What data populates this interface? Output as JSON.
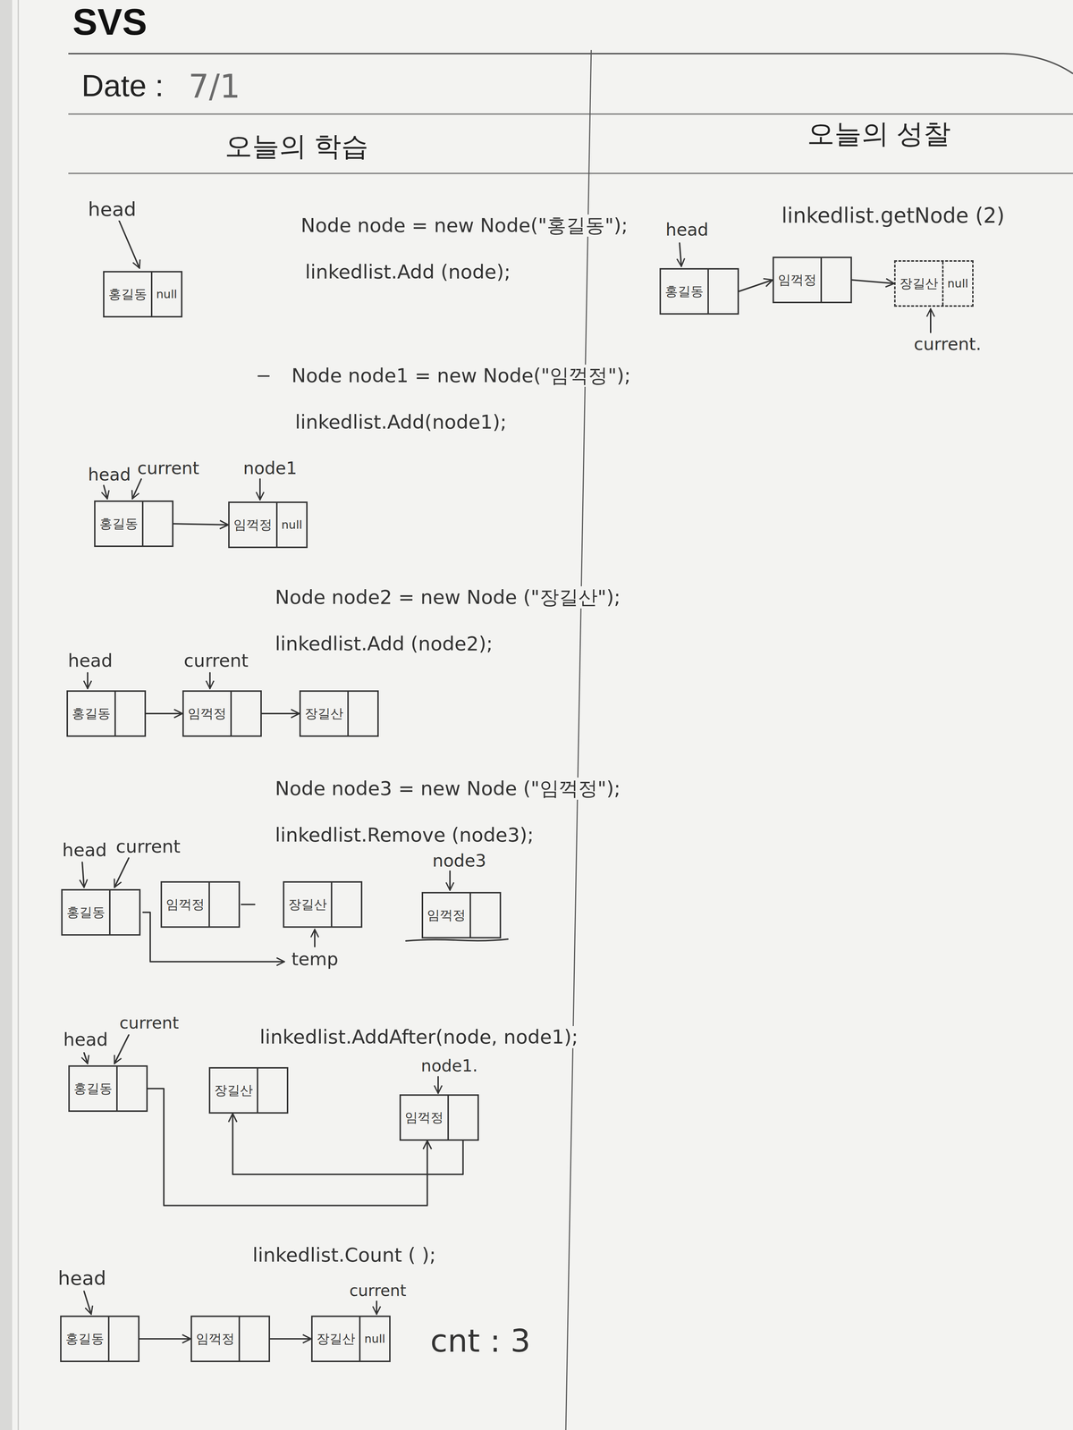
{
  "diagram": {
    "nodes": [
      {
        "text": [
          "홍길동",
          "null"
        ]
      },
      {
        "text": [
          "홍길동"
        ]
      },
      {
        "text": [
          "임꺽정",
          "null"
        ]
      },
      {
        "text": [
          "홍길동"
        ]
      },
      {
        "text": [
          "임꺽정"
        ]
      },
      {
        "text": [
          "장길산"
        ]
      },
      {
        "text": [
          "홍길동"
        ]
      },
      {
        "text": [
          "임꺽정"
        ]
      },
      {
        "text": [
          "장길산"
        ]
      },
      {
        "text": [
          "임꺽정"
        ]
      },
      {
        "text": [
          "홍길동"
        ]
      },
      {
        "text": [
          "장길산"
        ]
      },
      {
        "text": [
          "임꺽정"
        ]
      },
      {
        "text": [
          "홍길동"
        ]
      },
      {
        "text": [
          "임꺽정"
        ]
      },
      {
        "text": [
          "장길산",
          "null"
        ]
      },
      {
        "text": [
          "홍길동"
        ]
      },
      {
        "text": [
          "임꺽정"
        ]
      },
      {
        "text": [
          "장길산",
          "null"
        ]
      }
    ],
    "edges": [
      {
        "from": 1,
        "to": 2,
        "arrow": "to"
      },
      {
        "from": 3,
        "to": 4,
        "arrow": "to"
      },
      {
        "from": 4,
        "to": 5,
        "arrow": "to"
      },
      {
        "from": 10,
        "to": 12,
        "arrow": "to"
      },
      {
        "from": 12,
        "to": 11,
        "arrow": "to"
      },
      {
        "from": 13,
        "to": 14,
        "arrow": "to"
      },
      {
        "from": 14,
        "to": 15,
        "arrow": "to"
      },
      {
        "from": 16,
        "to": 17,
        "arrow": "to"
      },
      {
        "from": 17,
        "to": 18,
        "arrow": "to"
      }
    ],
    "labels": [
      "SVS",
      "Date :",
      "7/1",
      "오늘의 학습",
      "오늘의 성찰",
      "head",
      "Node node = new Node(\"홍길동\");",
      "linkedlist.Add (node);",
      "Node node1 = new Node(\"임꺽정\");",
      "linkedlist.Add(node1);",
      "head",
      "current",
      "node1",
      "Node node2 = new Node (\"장길산\");",
      "linkedlist.Add (node2);",
      "head",
      "current",
      "Node node3 = new Node (\"임꺽정\");",
      "linkedlist.Remove (node3);",
      "head",
      "current",
      "node3",
      "temp",
      "linkedlist.AddAfter(node, node1);",
      "head",
      "current",
      "node1.",
      "linkedlist.Count ( );",
      "head",
      "current",
      "cnt : 3",
      "linkedlist.getNode (2)",
      "head",
      "current."
    ]
  }
}
